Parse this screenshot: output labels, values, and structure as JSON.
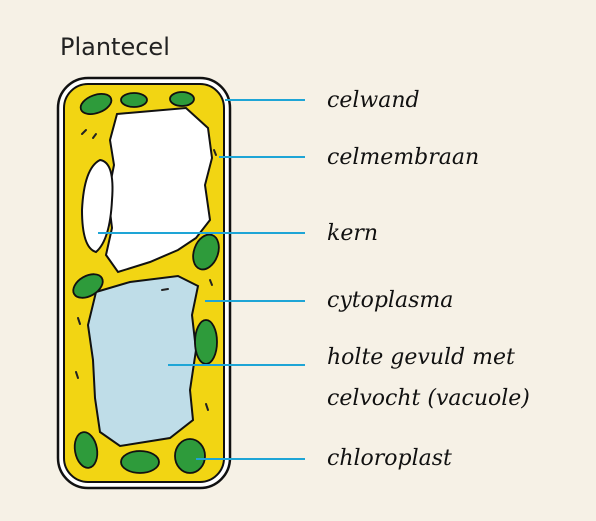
{
  "title": "Plantecel",
  "labels": {
    "celwand": "celwand",
    "celmembraan": "celmembraan",
    "kern": "kern",
    "cytoplasma": "cytoplasma",
    "holte_line1": "holte gevuld met",
    "holte_line2": "celvocht (vacuole)",
    "chloroplast": "chloroplast"
  },
  "colors": {
    "background": "#f6f1e6",
    "cell_wall": "#ffffff",
    "cytoplasm": "#f2d513",
    "vacuole": "#bfdde8",
    "chloroplast": "#2e9b3b",
    "leader_line": "#1ea5d6"
  }
}
